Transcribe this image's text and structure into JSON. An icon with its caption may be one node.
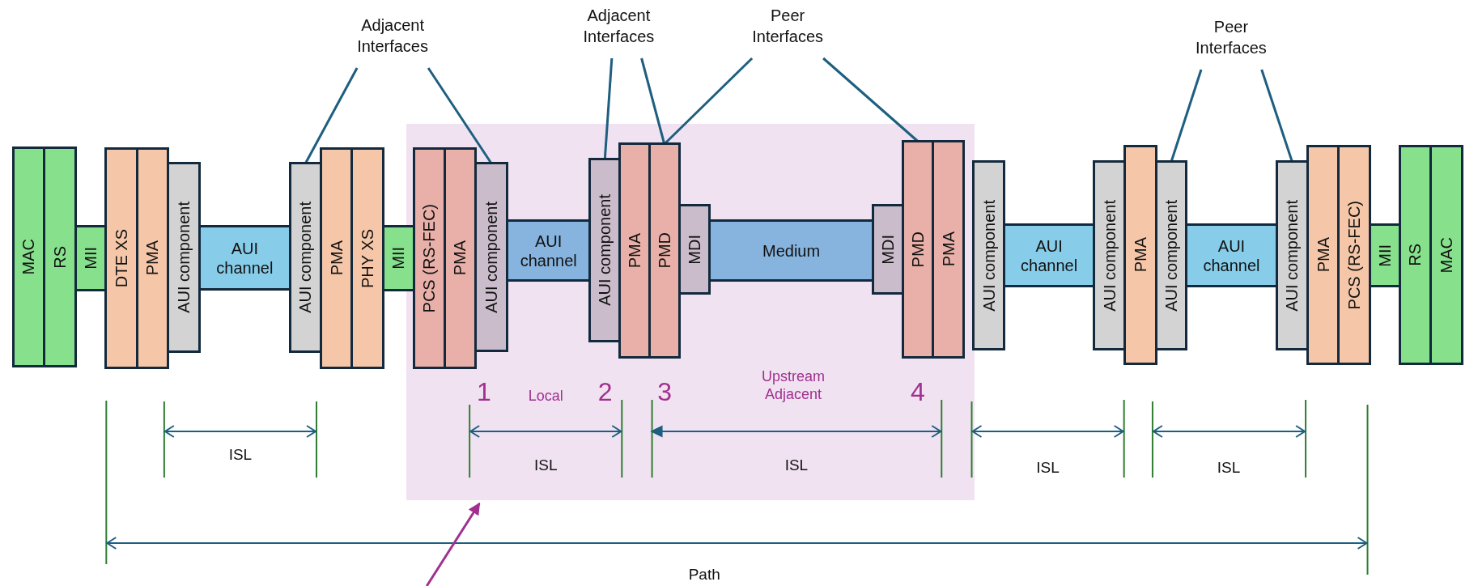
{
  "diagram": {
    "nodes": [
      {
        "text": [
          "Adjacent Interfaces"
        ]
      },
      {
        "text": [
          "Adjacent Interfaces"
        ]
      },
      {
        "text": [
          "Peer Interfaces"
        ]
      },
      {
        "text": [
          "Peer Interfaces"
        ]
      },
      {
        "text": [
          "MAC"
        ]
      },
      {
        "text": [
          "RS"
        ]
      },
      {
        "text": [
          "MII"
        ]
      },
      {
        "text": [
          "DTE XS"
        ]
      },
      {
        "text": [
          "PMA"
        ]
      },
      {
        "text": [
          "AUI component"
        ]
      },
      {
        "text": [
          "AUI channel"
        ]
      },
      {
        "text": [
          "AUI component"
        ]
      },
      {
        "text": [
          "PMA"
        ]
      },
      {
        "text": [
          "PHY XS"
        ]
      },
      {
        "text": [
          "MII"
        ]
      },
      {
        "text": [
          "1",
          "Local",
          "2",
          "3",
          "Upstream Adjacent",
          "4"
        ]
      },
      {
        "text": [
          "PCS (RS-FEC)"
        ],
        "in": 15
      },
      {
        "text": [
          "PMA"
        ],
        "in": 15
      },
      {
        "text": [
          "AUI component"
        ],
        "in": 15
      },
      {
        "text": [
          "AUI channel"
        ],
        "in": 15
      },
      {
        "text": [
          "AUI component"
        ],
        "in": 15
      },
      {
        "text": [
          "PMA"
        ],
        "in": 15
      },
      {
        "text": [
          "PMD"
        ],
        "in": 15
      },
      {
        "text": [
          "MDI"
        ],
        "in": 15
      },
      {
        "text": [
          "Medium"
        ],
        "in": 15
      },
      {
        "text": [
          "MDI"
        ],
        "in": 15
      },
      {
        "text": [
          "PMD"
        ],
        "in": 15
      },
      {
        "text": [
          "PMA"
        ],
        "in": 15
      },
      {
        "text": [
          "AUI component"
        ]
      },
      {
        "text": [
          "AUI channel"
        ]
      },
      {
        "text": [
          "AUI component"
        ]
      },
      {
        "text": [
          "PMA"
        ]
      },
      {
        "text": [
          "AUI component"
        ]
      },
      {
        "text": [
          "AUI channel"
        ]
      },
      {
        "text": [
          "AUI component"
        ]
      },
      {
        "text": [
          "PMA"
        ]
      },
      {
        "text": [
          "PCS (RS-FEC)"
        ]
      },
      {
        "text": [
          "MII"
        ]
      },
      {
        "text": [
          "RS"
        ]
      },
      {
        "text": [
          "MAC"
        ]
      }
    ],
    "edges": [
      {
        "from": 0,
        "to": 11,
        "arrow": "none"
      },
      {
        "from": 0,
        "to": 18,
        "arrow": "none"
      },
      {
        "from": 1,
        "to": 20,
        "arrow": "none"
      },
      {
        "from": 1,
        "to": 22,
        "arrow": "none"
      },
      {
        "from": 2,
        "to": 22,
        "arrow": "none"
      },
      {
        "from": 2,
        "to": 26,
        "arrow": "none"
      },
      {
        "from": 3,
        "to": 32,
        "arrow": "none"
      },
      {
        "from": 3,
        "to": 34,
        "arrow": "none"
      },
      {
        "from": null,
        "to": 15,
        "arrow": "to",
        "color": "#a0308f"
      }
    ],
    "labels": [
      "ISL",
      "ISL",
      "ISL",
      "ISL",
      "ISL",
      "Path"
    ]
  }
}
